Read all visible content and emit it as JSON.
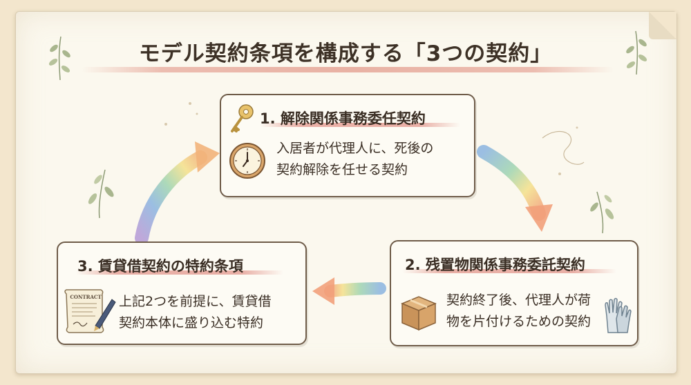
{
  "title": "モデル契約条項を構成する「3つの契約」",
  "steps": [
    {
      "title": "1. 解除関係事務委任契約",
      "lines": [
        "入居者が代理人に、死後の",
        "契約解除を任せる契約"
      ],
      "icons": [
        "key-icon",
        "clock-icon"
      ]
    },
    {
      "title": "2. 残置物関係事務委託契約",
      "lines": [
        "契約終了後、代理人が荷",
        "物を片付けるための契約"
      ],
      "icons": [
        "box-icon",
        "gloves-icon"
      ]
    },
    {
      "title": "3. 賃貸借契約の特約条項",
      "lines": [
        "上記2つを前提に、賃貸借",
        "契約本体に盛り込む特約"
      ],
      "icons": [
        "contract-pen-icon"
      ],
      "contract_label": "CONTRACT"
    }
  ],
  "colors": {
    "card_border": "#6e5b48",
    "text": "#3a2e24",
    "accent_pink": "#e2968c",
    "arrow_gradient": [
      "#f2b27a",
      "#f4e08a",
      "#9fd4b0",
      "#8ab4e0",
      "#b49ad6"
    ]
  }
}
